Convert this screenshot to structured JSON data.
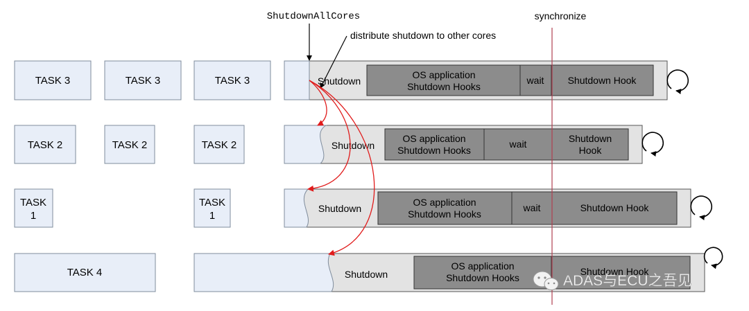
{
  "colors": {
    "task_fill": "#e8eef8",
    "task_stroke": "#7f8c9c",
    "bar_fill": "#e3e3e3",
    "bar_stroke": "#555555",
    "dark_fill": "#8c8c8c",
    "dark_stroke": "#333333",
    "arrow_red": "#e01b1b",
    "sync_line": "#b04050"
  },
  "annotations": {
    "shutdown_call": "ShutdownAllCores",
    "distribute": "distribute shutdown to other cores",
    "synchronize": "synchronize"
  },
  "rows": [
    {
      "tasks": [
        "TASK 3",
        "TASK 3",
        "TASK 3"
      ],
      "shutdown": "Shutdown",
      "os_hooks": [
        "OS application",
        "Shutdown Hooks"
      ],
      "wait": "wait",
      "shutdown_hook": [
        "Shutdown Hook"
      ]
    },
    {
      "tasks": [
        "TASK 2",
        "TASK 2",
        "TASK 2"
      ],
      "shutdown": "Shutdown",
      "os_hooks": [
        "OS application",
        "Shutdown Hooks"
      ],
      "wait": "wait",
      "shutdown_hook": [
        "Shutdown",
        "Hook"
      ]
    },
    {
      "tasks": [
        [
          "TASK",
          "1"
        ],
        [
          "TASK",
          "1"
        ]
      ],
      "shutdown": "Shutdown",
      "os_hooks": [
        "OS application",
        "Shutdown Hooks"
      ],
      "wait": "wait",
      "shutdown_hook": [
        "Shutdown Hook"
      ]
    },
    {
      "tasks": [
        "TASK 4"
      ],
      "shutdown": "Shutdown",
      "os_hooks": [
        "OS application",
        "Shutdown Hooks"
      ],
      "shutdown_hook": [
        "Shutdown Hook"
      ]
    }
  ],
  "watermark": {
    "icon": "wechat-icon",
    "text": "ADAS与ECU之吾见"
  }
}
